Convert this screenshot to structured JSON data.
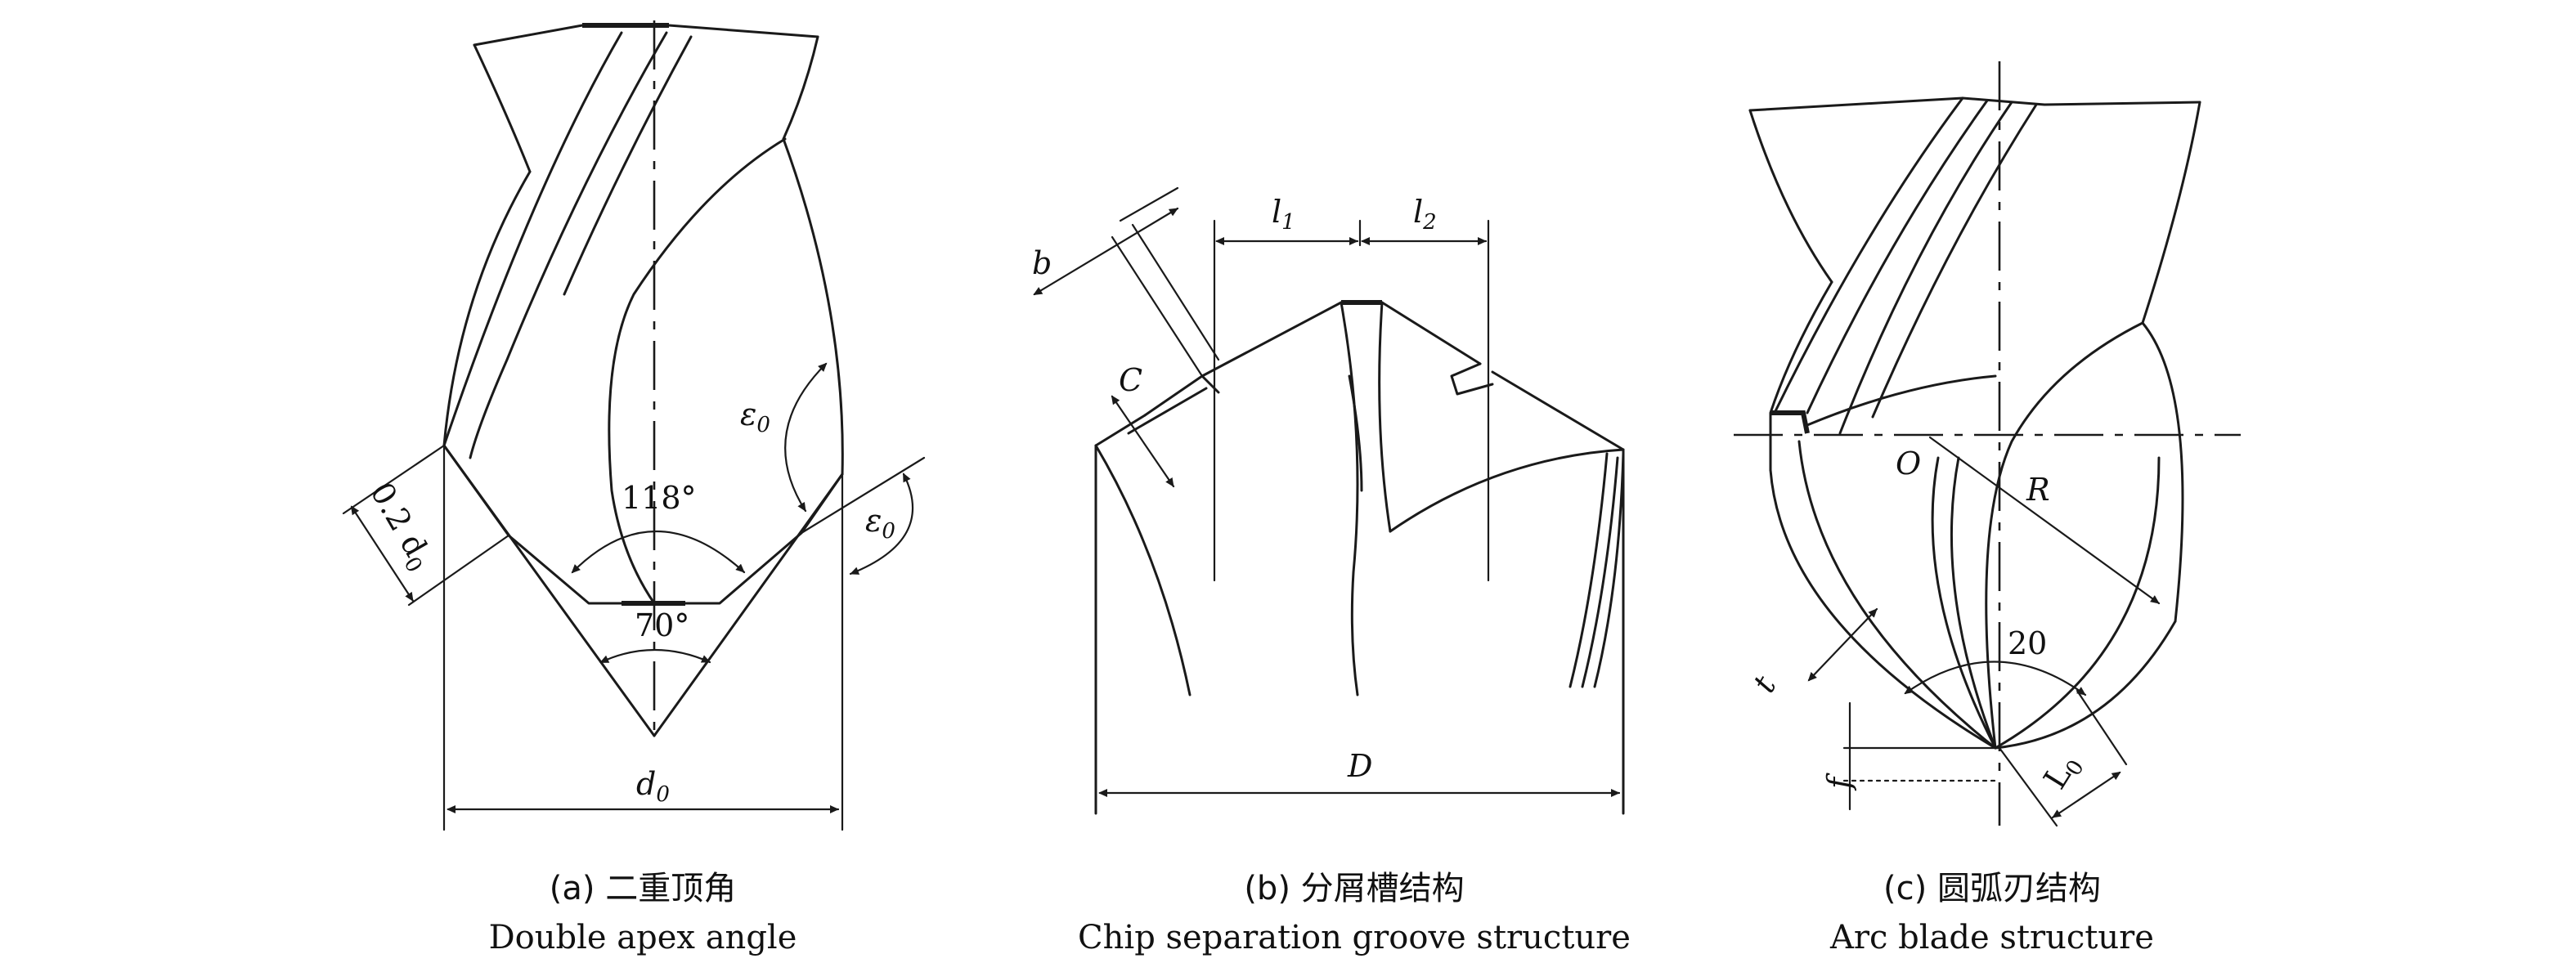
{
  "panels": {
    "a": {
      "caption_cn": "(a) 二重顶角",
      "caption_en": "Double apex angle",
      "angle_outer": "118°",
      "angle_inner": "70°",
      "eps": "ε",
      "eps_sub": "0",
      "margin_label": "0.2 d",
      "margin_sub": "0",
      "dia_label": "d",
      "dia_sub": "0"
    },
    "b": {
      "caption_cn": "(b) 分屑槽结构",
      "caption_en": "Chip separation groove structure",
      "b_label": "b",
      "c_label": "C",
      "l1": "l",
      "l1_sub": "1",
      "l2": "l",
      "l2_sub": "2",
      "D_label": "D"
    },
    "c": {
      "caption_cn": "(c) 圆弧刃结构",
      "caption_en": "Arc blade structure",
      "O_label": "O",
      "R_label": "R",
      "angle": "20",
      "t_label": "t",
      "f_label": "f",
      "L_label": "L",
      "L_sub": "0"
    }
  }
}
